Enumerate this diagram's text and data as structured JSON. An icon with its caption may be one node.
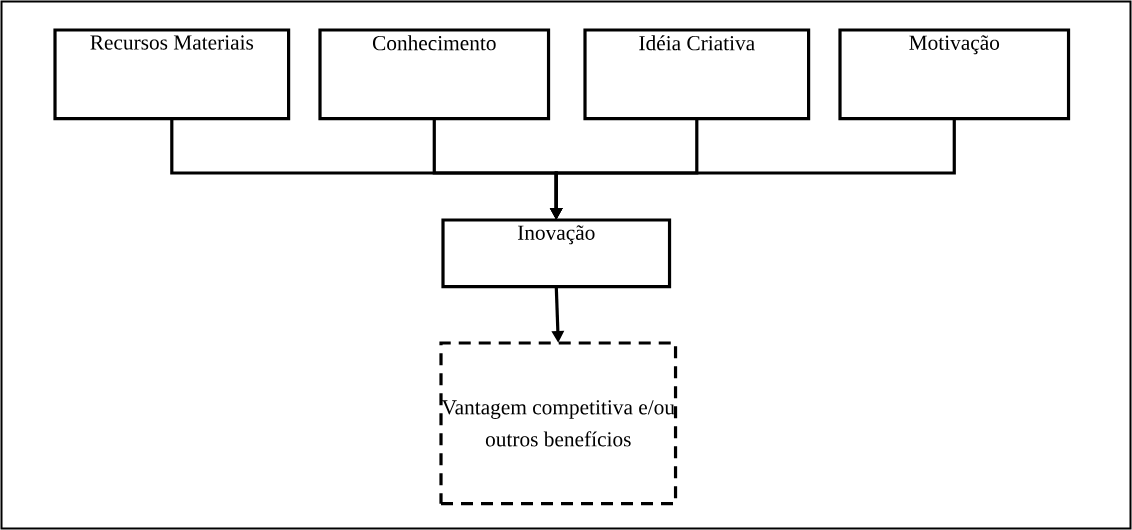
{
  "diagram": {
    "nodes": [
      {
        "text": [
          "Recursos Materiais"
        ]
      },
      {
        "text": [
          "Conhecimento"
        ]
      },
      {
        "text": [
          "Idéia Criativa"
        ]
      },
      {
        "text": [
          "Motivação"
        ]
      },
      {
        "text": [
          "Inovação"
        ]
      },
      {
        "text": [
          "Vantagem competitiva e/ou outros benefícios"
        ]
      }
    ],
    "edges": [
      {
        "from": 0,
        "to": 4,
        "arrow": "to"
      },
      {
        "from": 1,
        "to": 4,
        "arrow": "to"
      },
      {
        "from": 2,
        "to": 4,
        "arrow": "to"
      },
      {
        "from": 3,
        "to": 4,
        "arrow": "to"
      },
      {
        "from": 4,
        "to": 5,
        "arrow": "to"
      }
    ]
  }
}
